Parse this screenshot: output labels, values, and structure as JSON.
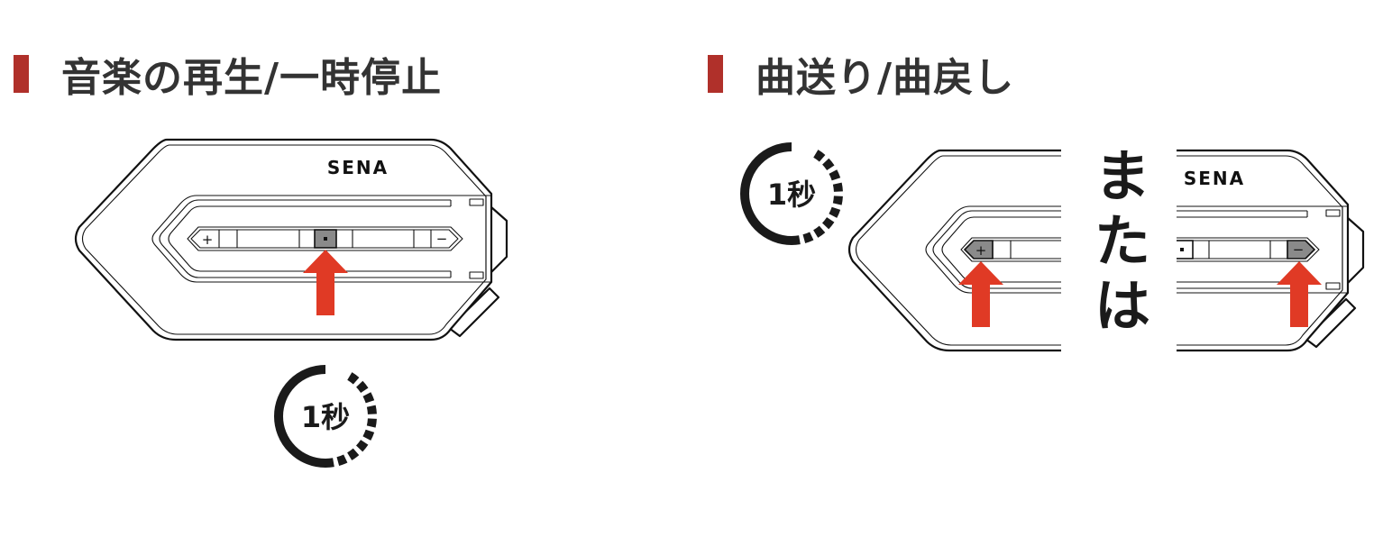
{
  "sections": [
    {
      "title": "音楽の再生/一時停止",
      "timer_label": "1秒",
      "pressed_buttons": [
        "center"
      ]
    },
    {
      "title": "曲送り/曲戻し",
      "timer_label": "1秒",
      "pressed_buttons": [
        "plus",
        "minus"
      ],
      "separator_text": "または"
    }
  ],
  "device": {
    "brand": "SENA",
    "plus_symbol": "+",
    "minus_symbol": "−",
    "center_symbol": "·"
  },
  "colors": {
    "accent_bar": "#b0302a",
    "arrow": "#e03a25",
    "pressed_button": "#8a8a8a",
    "text": "#333333"
  }
}
